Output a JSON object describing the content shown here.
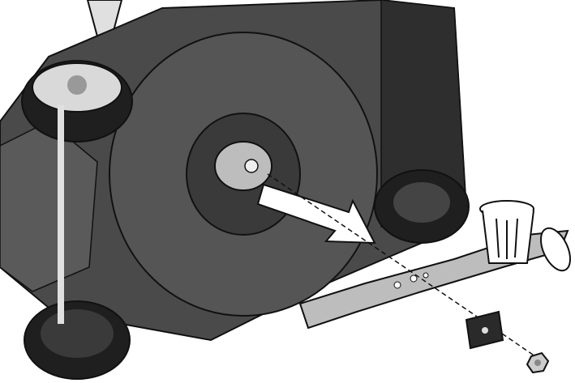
{
  "illustration": {
    "subject": "lawn-mower-blade-removal",
    "colors": {
      "deck": "#4a4a4a",
      "deck_dark": "#2e2e2e",
      "deck_light": "#6e6e6e",
      "tire": "#1f1f1f",
      "hub": "#d9d9d9",
      "blade": "#bdbdbd",
      "arrow": "#ffffff",
      "outline": "#111111"
    },
    "icons": [
      "arrow-remove",
      "trash-can",
      "blade",
      "washer",
      "nut"
    ]
  }
}
